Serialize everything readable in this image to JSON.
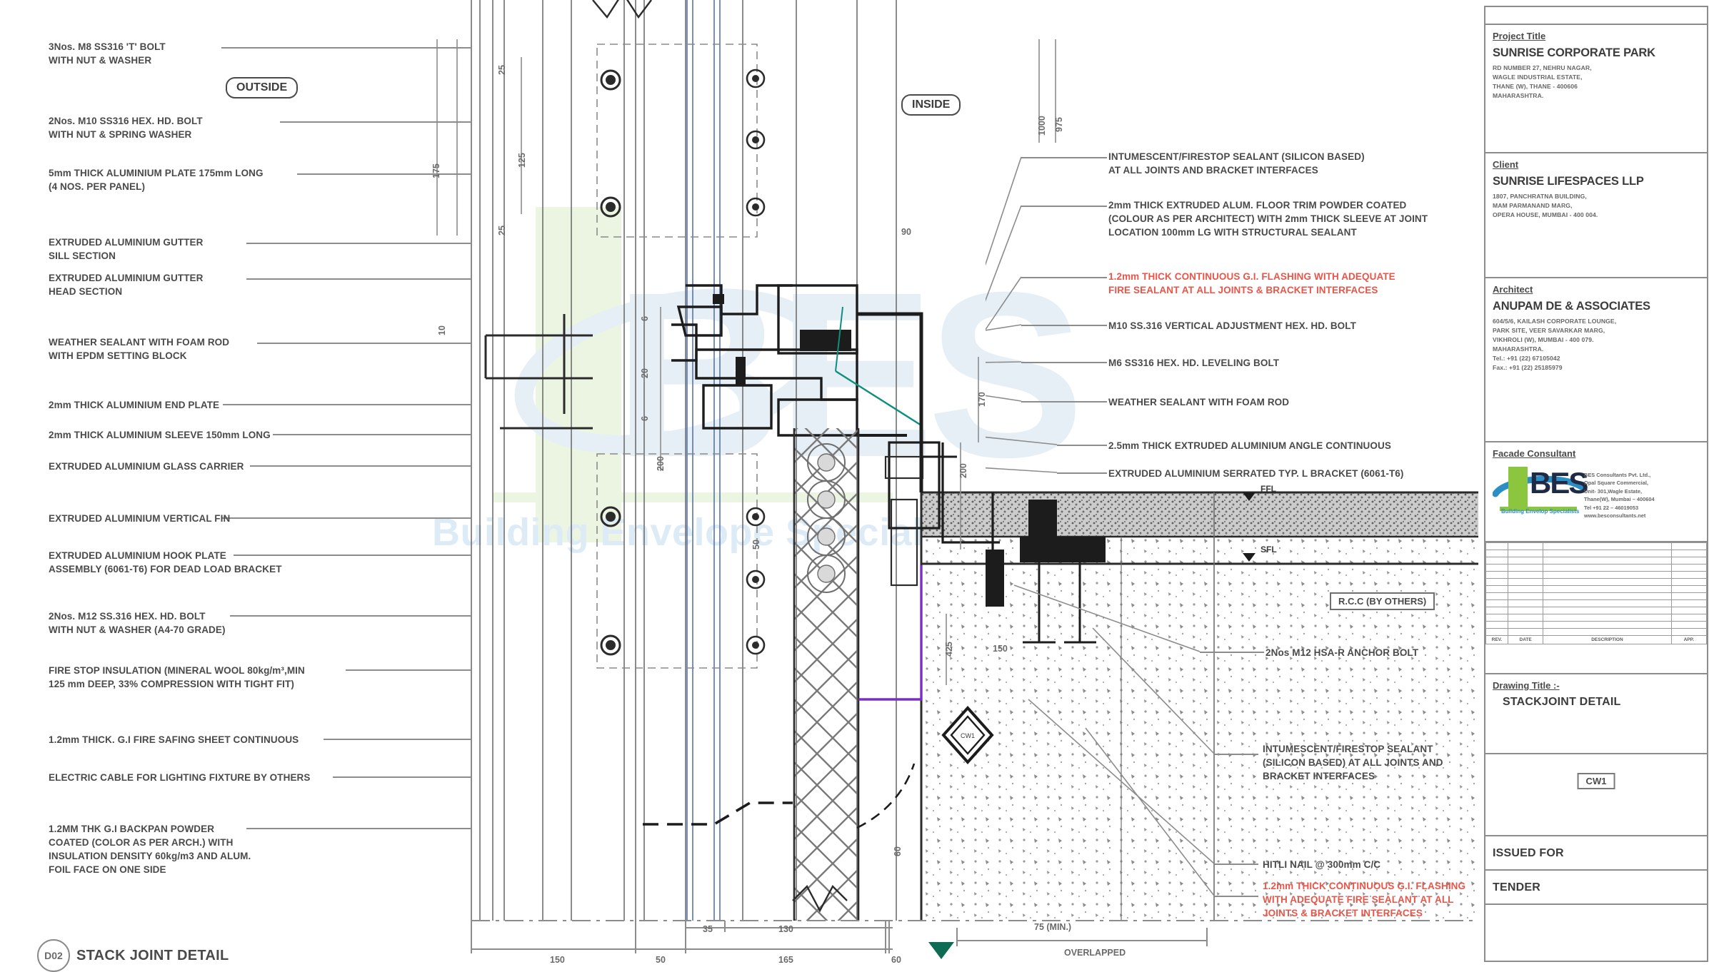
{
  "drawing": {
    "detail_marker": "D02",
    "detail_title": "STACK JOINT DETAIL",
    "outside_label": "OUTSIDE",
    "inside_label": "INSIDE",
    "rcc_label": "R.C.C (BY OTHERS)",
    "ffl_label": "FFL",
    "sfl_label": "SFL",
    "overlapped_label": "OVERLAPPED",
    "watermark_brand": "BES",
    "watermark_tagline": "Building Envelope Specialists"
  },
  "left_annotations": [
    {
      "lines": [
        "3Nos. M8 SS316 'T' BOLT",
        "WITH NUT & WASHER"
      ]
    },
    {
      "lines": [
        "2Nos. M10 SS316 HEX. HD. BOLT",
        "WITH NUT & SPRING WASHER"
      ]
    },
    {
      "lines": [
        "5mm THICK ALUMINIUM PLATE 175mm LONG",
        "(4 NOS. PER PANEL)"
      ]
    },
    {
      "lines": [
        "EXTRUDED ALUMINIUM GUTTER",
        "SILL SECTION"
      ]
    },
    {
      "lines": [
        "EXTRUDED ALUMINIUM GUTTER",
        "HEAD SECTION"
      ]
    },
    {
      "lines": [
        "WEATHER SEALANT WITH FOAM ROD",
        "WITH EPDM SETTING BLOCK"
      ]
    },
    {
      "lines": [
        "2mm THICK ALUMINIUM END PLATE"
      ]
    },
    {
      "lines": [
        "2mm THICK ALUMINIUM SLEEVE 150mm LONG"
      ]
    },
    {
      "lines": [
        "EXTRUDED ALUMINIUM GLASS CARRIER"
      ]
    },
    {
      "lines": [
        "EXTRUDED ALUMINIUM VERTICAL FIN"
      ]
    },
    {
      "lines": [
        "EXTRUDED ALUMINIUM HOOK PLATE",
        "ASSEMBLY (6061-T6) FOR DEAD LOAD BRACKET"
      ]
    },
    {
      "lines": [
        "2Nos. M12 SS.316 HEX. HD. BOLT",
        "WITH NUT & WASHER (A4-70 GRADE)"
      ]
    },
    {
      "lines": [
        "FIRE STOP INSULATION (MINERAL WOOL 80kg/m³,MIN",
        "125 mm DEEP, 33% COMPRESSION WITH TIGHT FIT)"
      ]
    },
    {
      "lines": [
        "1.2mm THICK. G.I FIRE SAFING SHEET CONTINUOUS"
      ]
    },
    {
      "lines": [
        "ELECTRIC CABLE FOR LIGHTING FIXTURE BY OTHERS"
      ]
    },
    {
      "lines": [
        "1.2MM THK G.I BACKPAN POWDER",
        "COATED (COLOR AS PER ARCH.) WITH",
        "INSULATION DENSITY 60kg/m3 AND ALUM.",
        "FOIL FACE ON ONE SIDE"
      ]
    }
  ],
  "right_annotations": [
    {
      "lines": [
        "INTUMESCENT/FIRESTOP SEALANT (SILICON BASED)",
        "AT ALL JOINTS AND BRACKET INTERFACES"
      ],
      "color": "black"
    },
    {
      "lines": [
        "2mm THICK EXTRUDED ALUM. FLOOR TRIM POWDER COATED",
        "(COLOUR AS PER ARCHITECT) WITH 2mm THICK SLEEVE AT JOINT",
        "LOCATION 100mm LG WITH STRUCTURAL SEALANT"
      ],
      "color": "black"
    },
    {
      "lines": [
        "1.2mm THICK CONTINUOUS G.I. FLASHING WITH ADEQUATE",
        "FIRE SEALANT AT ALL JOINTS & BRACKET INTERFACES"
      ],
      "color": "red"
    },
    {
      "lines": [
        "M10 SS.316 VERTICAL ADJUSTMENT HEX. HD. BOLT"
      ],
      "color": "black"
    },
    {
      "lines": [
        "M6 SS316 HEX. HD. LEVELING BOLT"
      ],
      "color": "black"
    },
    {
      "lines": [
        "WEATHER SEALANT WITH FOAM ROD"
      ],
      "color": "black"
    },
    {
      "lines": [
        "2.5mm THICK EXTRUDED ALUMINIUM ANGLE CONTINUOUS"
      ],
      "color": "black"
    },
    {
      "lines": [
        "EXTRUDED ALUMINIUM SERRATED TYP. L BRACKET (6061-T6)"
      ],
      "color": "black"
    },
    {
      "lines": [
        "2Nos M12 HSA-R ANCHOR BOLT"
      ],
      "color": "black"
    },
    {
      "lines": [
        "INTUMESCENT/FIRESTOP SEALANT",
        "(SILICON BASED) AT ALL JOINTS AND",
        "BRACKET INTERFACES"
      ],
      "color": "black"
    },
    {
      "lines": [
        "HITLI NAIL @ 300mm C/C"
      ],
      "color": "black"
    },
    {
      "lines": [
        "1.2mm THICK CONTINUOUS G.I. FLASHING",
        "WITH ADEQUATE FIRE SEALANT AT ALL",
        "JOINTS & BRACKET INTERFACES"
      ],
      "color": "red"
    }
  ],
  "dimensions": {
    "bottom": [
      "150",
      "50",
      "165",
      "60",
      "35",
      "130",
      "75  (MIN.)"
    ],
    "vertical_left": [
      "175",
      "25",
      "125",
      "25",
      "10",
      "6",
      "20",
      "6",
      "200",
      "50"
    ],
    "vertical_right": [
      "1000",
      "975",
      "90",
      "170",
      "200",
      "425",
      "150",
      "60"
    ]
  },
  "titleblock": {
    "project": {
      "heading": "Project Title",
      "name": "SUNRISE CORPORATE PARK",
      "address": [
        "RD NUMBER 27, NEHRU NAGAR,",
        "WAGLE INDUSTRIAL ESTATE,",
        "THANE (W), THANE - 400606",
        "MAHARASHTRA."
      ]
    },
    "client": {
      "heading": "Client",
      "name": "SUNRISE LIFESPACES LLP",
      "address": [
        "1807, PANCHRATNA BUILDING,",
        "MAM PARMANAND MARG,",
        "OPERA HOUSE, MUMBAI - 400 004."
      ]
    },
    "architect": {
      "heading": "Architect",
      "name": "ANUPAM DE & ASSOCIATES",
      "address": [
        "604/5/6, KAILASH CORPORATE LOUNGE,",
        "PARK SITE, VEER SAVARKAR MARG,",
        "VIKHROLI (W), MUMBAI - 400 079.",
        "MAHARASHTRA.",
        "Tel.: +91 (22) 67105042",
        "Fax.: +91 (22) 25185979"
      ]
    },
    "consultant": {
      "heading": "Facade Consultant",
      "logo_text": "BES",
      "logo_tagline": "Building Envelop Specialists",
      "address": [
        "BES Consultants Pvt. Ltd.,",
        "Opal Square Commercial,",
        "Unit- 301,Wagle Estate,",
        "Thane(W), Mumbai – 400604",
        "Tel +91 22 – 46019053",
        "www.besconsultants.net"
      ]
    },
    "revision": {
      "columns": [
        "REV.",
        "DATE",
        "DESCRIPTION",
        "APP."
      ],
      "rows": 14
    },
    "drawing_title": {
      "heading": "Drawing Title :-",
      "value": "STACKJOINT DETAIL"
    },
    "code_badge": "CW1",
    "issued_for_heading": "ISSUED FOR",
    "issued_for_value": "TENDER"
  },
  "colors": {
    "red_note": "#e8564a",
    "logo_green": "#8cc63f",
    "logo_blue": "#2b8ec4",
    "watermark_blue": "#cfe0ef",
    "line_gray": "#6e6e6e"
  }
}
